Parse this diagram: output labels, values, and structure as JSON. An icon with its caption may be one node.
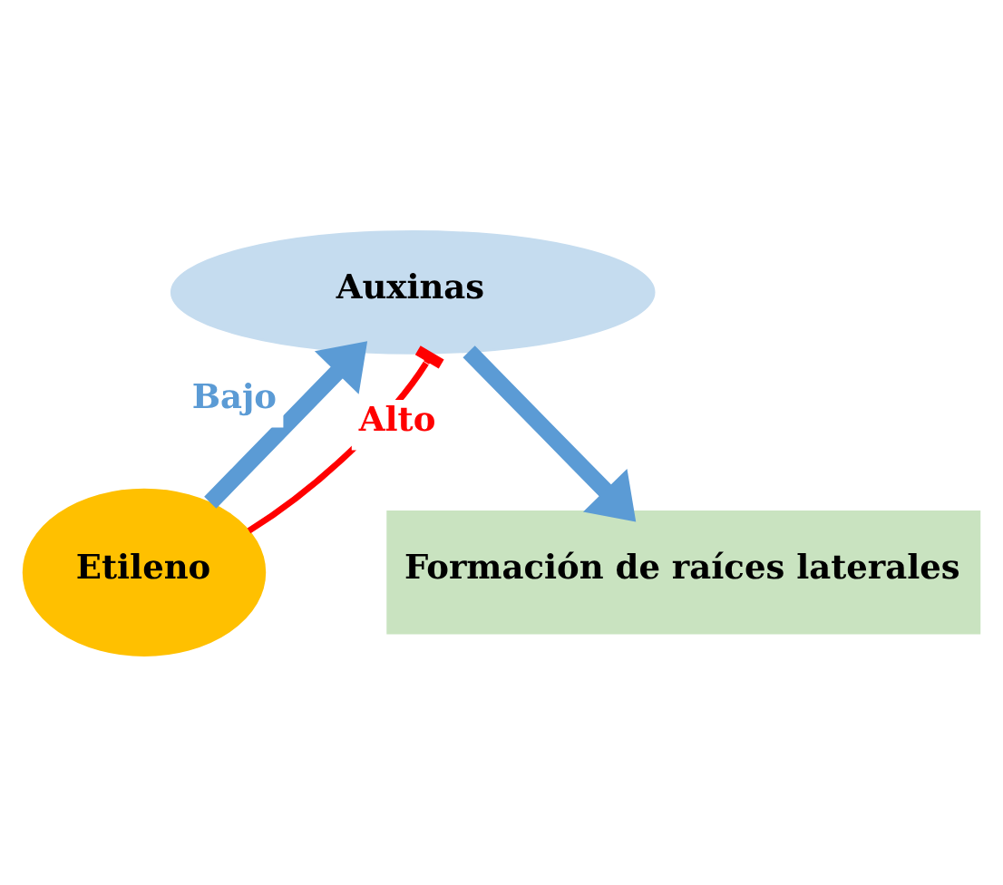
{
  "diagram": {
    "nodes": [
      {
        "text": [
          "Auxinas"
        ]
      },
      {
        "text": [
          "Etileno"
        ]
      },
      {
        "text": [
          "Formación de raíces laterales"
        ]
      }
    ],
    "edges": [
      {
        "from": 1,
        "to": 0,
        "arrow": "to",
        "label": "Bajo"
      },
      {
        "from": 1,
        "to": 0,
        "arrow": "other",
        "label": "Alto",
        "color": "#ff0000"
      },
      {
        "from": 0,
        "to": 2,
        "arrow": "to"
      }
    ]
  }
}
